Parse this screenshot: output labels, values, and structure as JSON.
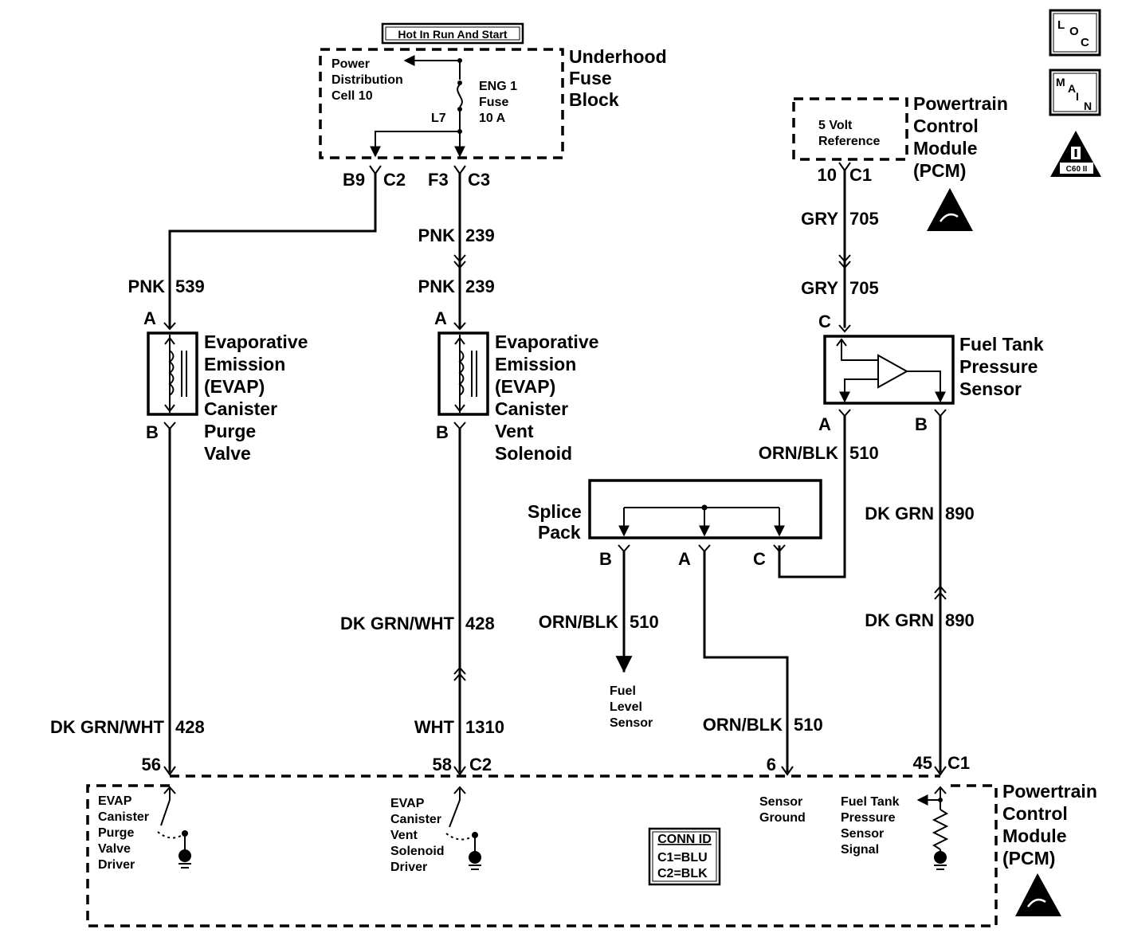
{
  "header": {
    "hot_label": "Hot In Run And Start"
  },
  "icons": {
    "loc": [
      "L",
      "O",
      "C"
    ],
    "main": [
      "M",
      "A",
      "I",
      "N"
    ],
    "caution_code": "C60 II"
  },
  "fuse_block": {
    "title": [
      "Underhood",
      "Fuse",
      "Block"
    ],
    "power_dist": [
      "Power",
      "Distribution",
      "Cell 10"
    ],
    "fuse": [
      "ENG 1",
      "Fuse",
      "10 A"
    ],
    "l7": "L7",
    "conn_left": [
      "B9",
      "C2"
    ],
    "conn_right": [
      "F3",
      "C3"
    ]
  },
  "pcm_top": {
    "title": [
      "Powertrain",
      "Control",
      "Module",
      "(PCM)"
    ],
    "ref": [
      "5 Volt",
      "Reference"
    ],
    "conn": [
      "10",
      "C1"
    ]
  },
  "wires": {
    "pnk539": [
      "PNK",
      "539"
    ],
    "pnk239a": [
      "PNK",
      "239"
    ],
    "pnk239b": [
      "PNK",
      "239"
    ],
    "gry705a": [
      "GRY",
      "705"
    ],
    "gry705b": [
      "GRY",
      "705"
    ],
    "orn510a": [
      "ORN/BLK",
      "510"
    ],
    "dkgrn890a": [
      "DK GRN",
      "890"
    ],
    "dkgrn890b": [
      "DK GRN",
      "890"
    ],
    "dkgrnwht428a": [
      "DK GRN/WHT",
      "428"
    ],
    "dkgrnwht428b": [
      "DK GRN/WHT",
      "428"
    ],
    "wht1310": [
      "WHT",
      "1310"
    ],
    "orn510b": [
      "ORN/BLK",
      "510"
    ],
    "orn510c": [
      "ORN/BLK",
      "510"
    ]
  },
  "purge_valve": {
    "label": [
      "Evaporative",
      "Emission",
      "(EVAP)",
      "Canister",
      "Purge",
      "Valve"
    ],
    "pin_a": "A",
    "pin_b": "B"
  },
  "vent_solenoid": {
    "label": [
      "Evaporative",
      "Emission",
      "(EVAP)",
      "Canister",
      "Vent",
      "Solenoid"
    ],
    "pin_a": "A",
    "pin_b": "B"
  },
  "pressure_sensor": {
    "label": [
      "Fuel Tank",
      "Pressure",
      "Sensor"
    ],
    "pin_c": "C",
    "pin_a": "A",
    "pin_b": "B"
  },
  "splice_pack": {
    "label": [
      "Splice",
      "Pack"
    ],
    "pin_b": "B",
    "pin_a": "A",
    "pin_c": "C"
  },
  "fuel_level": [
    "Fuel",
    "Level",
    "Sensor"
  ],
  "pcm_bottom": {
    "title": [
      "Powertrain",
      "Control",
      "Module",
      "(PCM)"
    ],
    "pin56": "56",
    "pin58": "58",
    "c2": "C2",
    "pin6": "6",
    "pin45": "45",
    "c1": "C1",
    "purge_driver": [
      "EVAP",
      "Canister",
      "Purge",
      "Valve",
      "Driver"
    ],
    "vent_driver": [
      "EVAP",
      "Canister",
      "Vent",
      "Solenoid",
      "Driver"
    ],
    "sensor_ground": [
      "Sensor",
      "Ground"
    ],
    "pressure_signal": [
      "Fuel Tank",
      "Pressure",
      "Sensor",
      "Signal"
    ],
    "conn_id": {
      "title": "CONN ID",
      "c1": "C1=BLU",
      "c2": "C2=BLK"
    }
  }
}
